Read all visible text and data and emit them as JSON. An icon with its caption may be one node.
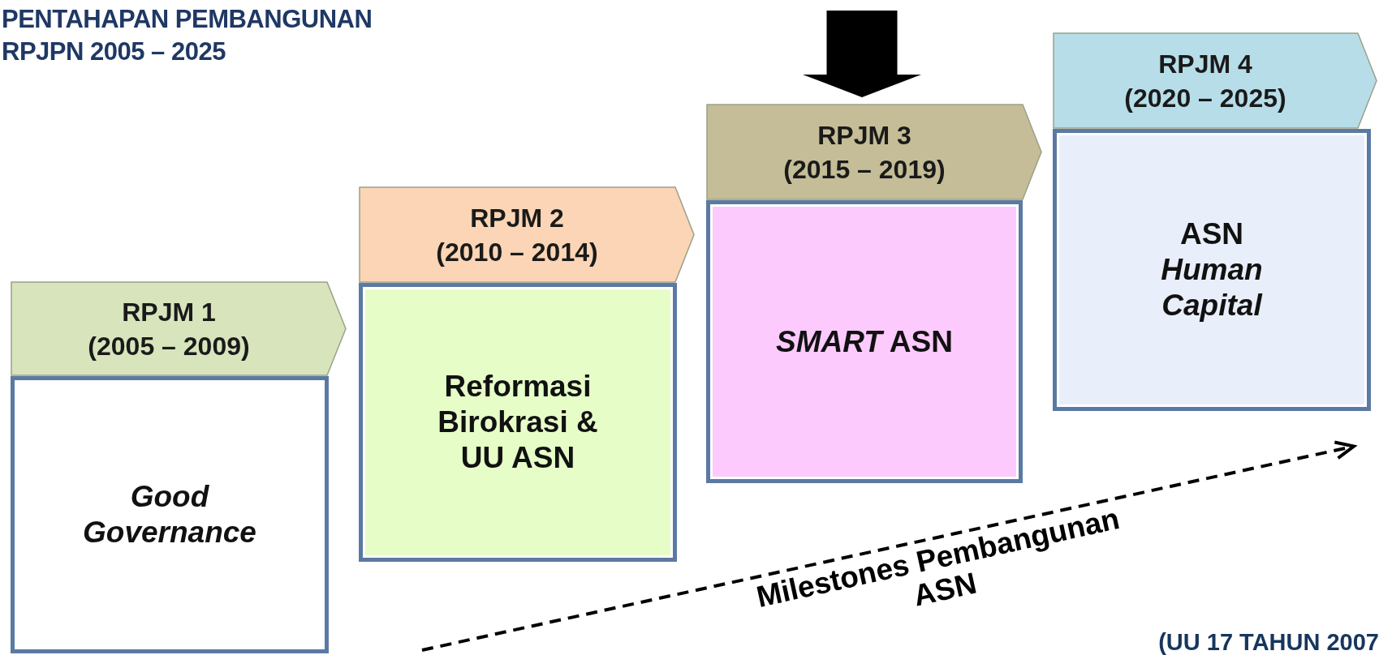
{
  "diagram": {
    "title": "PENTAHAPAN PEMBANGUNAN RPJPN 2005 – 2025",
    "nodes": [
      {
        "text": [
          "RPJM 1",
          "(2005 – 2009)"
        ]
      },
      {
        "text": [
          "Good Governance"
        ]
      },
      {
        "text": [
          "RPJM 2",
          "(2010 – 2014)"
        ]
      },
      {
        "text": [
          "Reformasi Birokrasi & UU ASN"
        ]
      },
      {
        "text": [
          "RPJM 3",
          "(2015 – 2019)"
        ]
      },
      {
        "text": [
          "*SMART* ASN"
        ]
      },
      {
        "text": [
          "RPJM 4",
          "(2020 – 2025)"
        ]
      },
      {
        "text": [
          "ASN",
          "Human Capital"
        ]
      }
    ],
    "edges": [
      {
        "from": null,
        "to": 4,
        "arrow": "to"
      }
    ],
    "labels": [
      "Milestones Pembangunan ASN",
      "(UU 17 TAHUN 2007"
    ]
  }
}
